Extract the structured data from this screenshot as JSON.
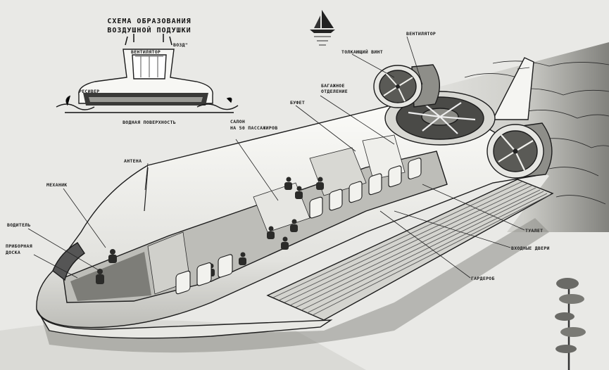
{
  "scheme": {
    "title_line1": "СХЕМА ОБРАЗОВАНИЯ",
    "title_line2": "ВОЗДУШНОЙ ПОДУШКИ",
    "fan": "ВЕНТИЛЯТОР",
    "air": "ВОЗД\"",
    "receiver": "РЕСИВЕР",
    "water_surface": "ВОДНАЯ ПОВЕРХНОСТЬ"
  },
  "labels": {
    "fan": "ВЕНТИЛЯТОР",
    "pusher_propeller": "ТОЛКАЮЩИЙ ВИНТ",
    "luggage_line1": "БАГАЖНОЕ",
    "luggage_line2": "ОТДЕЛЕНИЕ",
    "buffet": "БУФЕТ",
    "cabin_line1": "САЛОН",
    "cabin_line2": "НА 50 ПАССАЖИРОВ",
    "antenna": "АНТЕНА",
    "mechanic": "МЕХАНИК",
    "pilot": "ВОДИТЕЛЬ",
    "dashboard_line1": "ПРИБОРНАЯ",
    "dashboard_line2": "ДОСКА",
    "toilet": "ТУАЛЕТ",
    "entrance_doors": "ВХОДНЫЕ ДВЕРИ",
    "wardrobe": "ГАРДЕРОБ"
  },
  "colors": {
    "paper": "#e9e9e6",
    "ink": "#1c1c1c",
    "hull": "#f4f4f1",
    "shade": "#6e6e6a",
    "dark": "#2b2b29"
  }
}
